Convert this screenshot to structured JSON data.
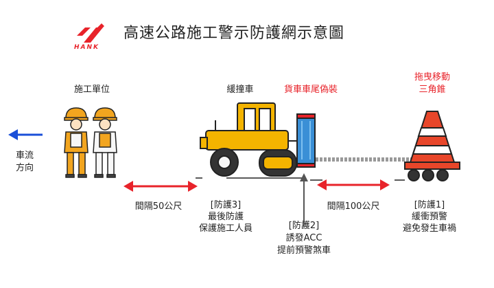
{
  "header": {
    "title": "高速公路施工警示防護網示意圖",
    "logo_text": "HANK"
  },
  "labels": {
    "workers": "施工單位",
    "truck": "緩撞車",
    "decoy": "貨車車尾偽裝",
    "cone_line1": "拖曳移動",
    "cone_line2": "三角錐",
    "traffic_line1": "車流",
    "traffic_line2": "方向",
    "gap1": "間隔50公尺",
    "gap2": "間隔100公尺",
    "p3_line1": "[防護3]",
    "p3_line2": "最後防護",
    "p3_line3": "保護施工人員",
    "p2_line1": "[防護2]",
    "p2_line2": "誘發ACC",
    "p2_line3": "提前預警煞車",
    "p1_line1": "[防護1]",
    "p1_line2": "緩衝預警",
    "p1_line3": "避免發生車禍"
  },
  "colors": {
    "red": "#e8232a",
    "blue": "#1a4fd8",
    "roller_yellow": "#f4b400",
    "truck_blue": "#3a8fd6",
    "cone_orange": "#e8462a",
    "worker_orange": "#f2a51f"
  },
  "icons": [
    "logo-icon",
    "worker-icon",
    "road-roller-icon",
    "decoy-box-icon",
    "tow-rope-icon",
    "traffic-cone-icon",
    "arrow-left-icon",
    "double-arrow-icon",
    "up-arrow-icon"
  ]
}
